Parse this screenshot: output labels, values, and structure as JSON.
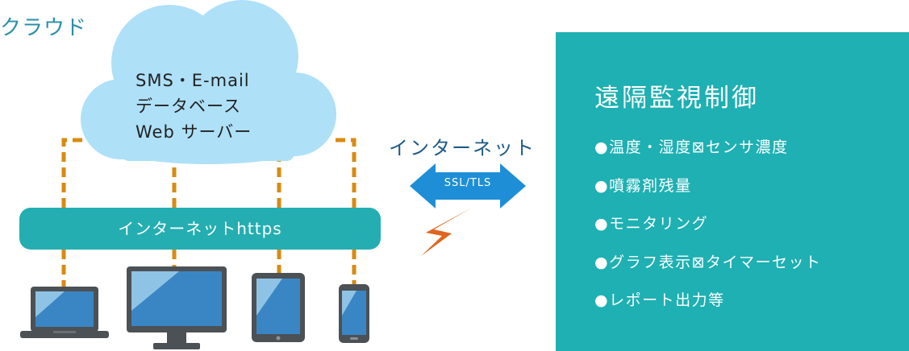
{
  "cloud": {
    "label": "クラウド",
    "services": [
      "SMS・E-mail",
      "データベース",
      "Web サーバー"
    ]
  },
  "connection_bar": {
    "label": "インターネットhttps"
  },
  "internet": {
    "label": "インターネット",
    "protocol": "SSL/TLS"
  },
  "panel": {
    "title": "遠隔監視制御",
    "items": [
      "●温度・湿度⊠センサ濃度",
      "●噴霧剤残量",
      "●モニタリング",
      "●グラフ表示⊠タイマーセット",
      "●レポート出力等"
    ]
  },
  "devices": [
    "laptop-icon",
    "desktop-monitor-icon",
    "tablet-icon",
    "smartphone-icon"
  ],
  "colors": {
    "cloud_fill": "#aee0f8",
    "bar": "#24aeb1",
    "panel": "#1eb0b3",
    "dashed_line": "#d98a12",
    "arrow": "#1e8fd6",
    "lightning": "#e0651e",
    "device_frame": "#4c5155",
    "device_screen": "#3a86c4",
    "cloud_label": "#2a8fa8",
    "internet_label": "#1f5b87"
  }
}
